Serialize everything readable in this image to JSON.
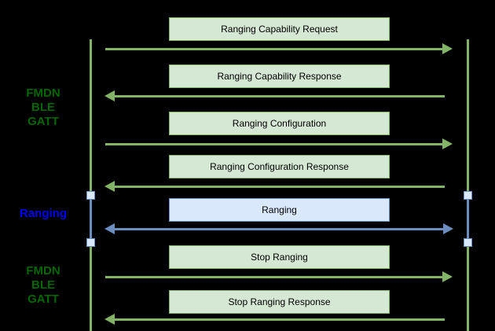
{
  "diagram": {
    "title": "FMDN BLE GATT ranging sequence diagram",
    "background": "#000000",
    "colors": {
      "green_fill": "#d5e8d4",
      "green_stroke": "#82b366",
      "blue_fill": "#dae8fc",
      "blue_stroke": "#6c8ebf",
      "green_text": "#006600",
      "blue_text": "#0000ee",
      "message_text": "#000000",
      "background": "#000000"
    },
    "phase_labels": [
      {
        "lines": [
          "FMDN",
          "BLE",
          "GATT"
        ],
        "style": "green"
      },
      {
        "lines": [
          "Ranging"
        ],
        "style": "blue"
      },
      {
        "lines": [
          "FMDN",
          "BLE",
          "GATT"
        ],
        "style": "green"
      }
    ],
    "messages": [
      {
        "label": "Ranging Capability Request",
        "direction": "right",
        "style": "green"
      },
      {
        "label": "Ranging Capability Response",
        "direction": "left",
        "style": "green"
      },
      {
        "label": "Ranging Configuration",
        "direction": "right",
        "style": "green"
      },
      {
        "label": "Ranging Configuration Response",
        "direction": "left",
        "style": "green"
      },
      {
        "label": "Ranging",
        "direction": "both",
        "style": "blue"
      },
      {
        "label": "Stop Ranging",
        "direction": "right",
        "style": "green"
      },
      {
        "label": "Stop Ranging Response",
        "direction": "left",
        "style": "green"
      }
    ],
    "lifelines": {
      "count": 2,
      "activation_marker": "square"
    }
  }
}
